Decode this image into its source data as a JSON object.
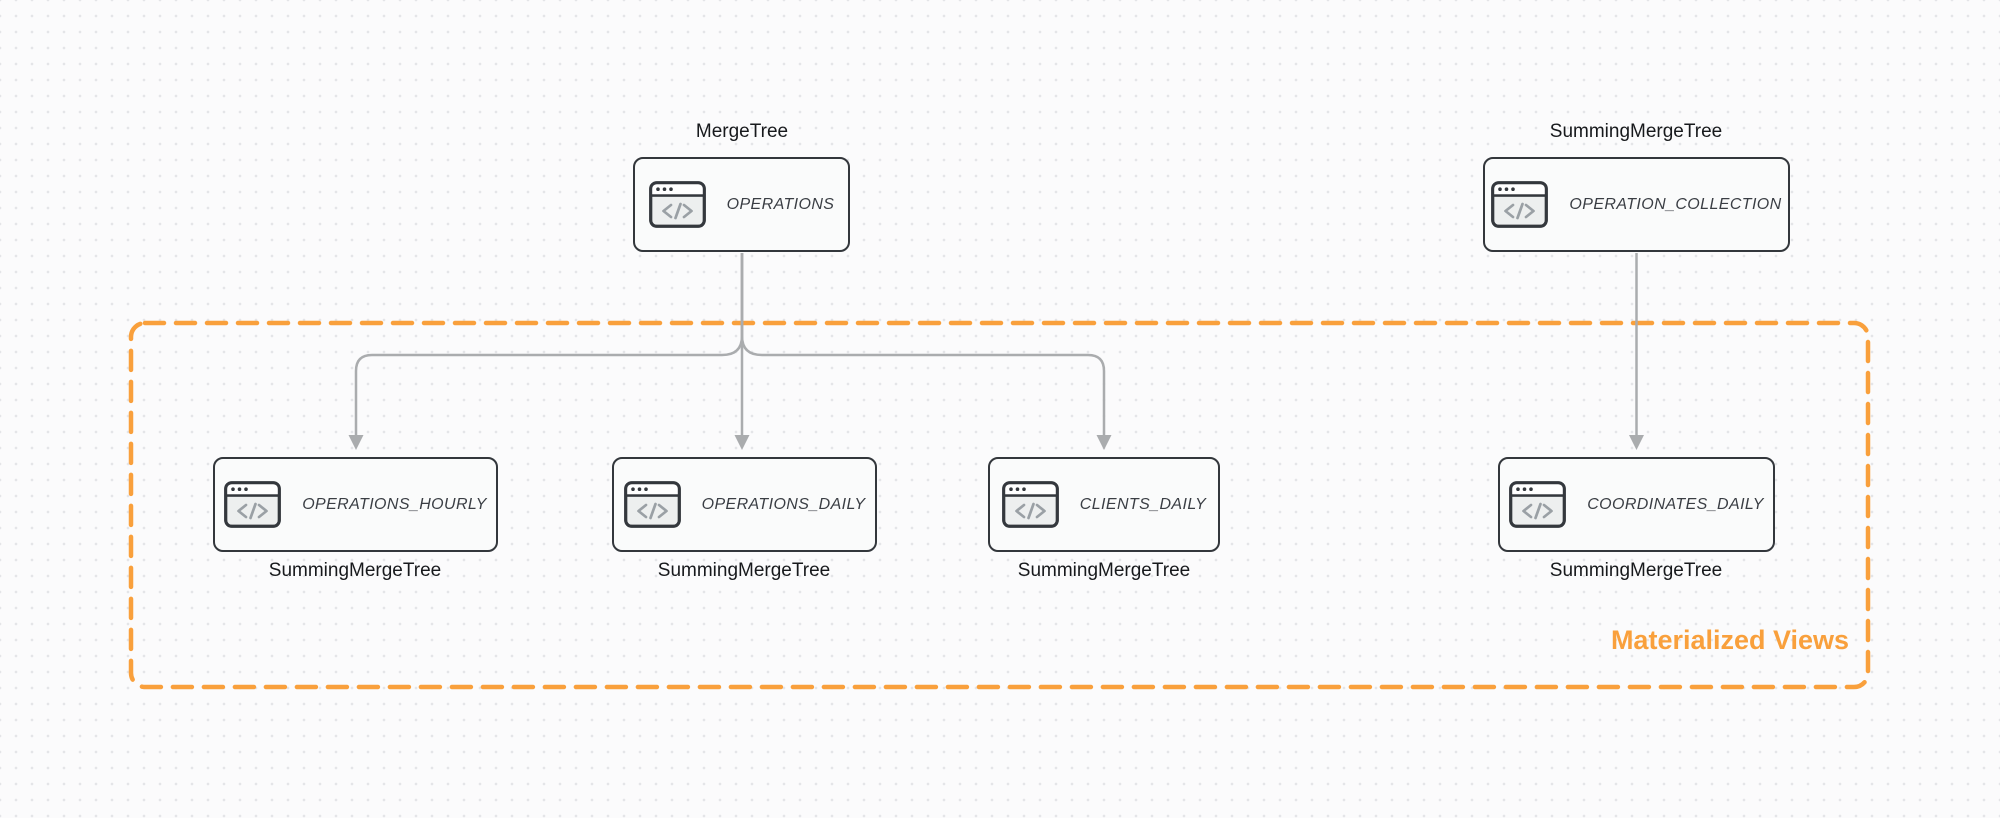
{
  "diagram": {
    "group_label": "Materialized Views",
    "colors": {
      "accent_orange": "#F9A03C",
      "arrow_gray": "#AAACAE",
      "node_border": "#33373C",
      "node_fill": "#FAFBFB",
      "canvas_dot": "#E4E5E8"
    },
    "icon_name": "code-window-icon",
    "source_nodes": [
      {
        "engine": "MergeTree",
        "table": "OPERATIONS"
      },
      {
        "engine": "SummingMergeTree",
        "table": "OPERATION_COLLECTION"
      }
    ],
    "view_nodes": [
      {
        "table": "OPERATIONS_HOURLY",
        "engine": "SummingMergeTree"
      },
      {
        "table": "OPERATIONS_DAILY",
        "engine": "SummingMergeTree"
      },
      {
        "table": "CLIENTS_DAILY",
        "engine": "SummingMergeTree"
      },
      {
        "table": "COORDINATES_DAILY",
        "engine": "SummingMergeTree"
      }
    ]
  }
}
